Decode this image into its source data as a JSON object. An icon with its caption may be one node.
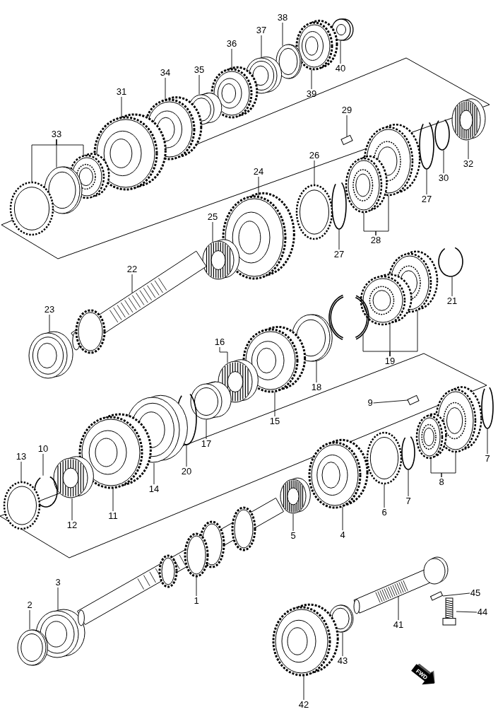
{
  "diagram": {
    "nodes": [
      {
        "text": [
          "38"
        ]
      },
      {
        "text": [],
        "shape": "picture"
      },
      {
        "text": [
          "37"
        ]
      },
      {
        "text": [],
        "shape": "picture"
      },
      {
        "text": [
          "36"
        ]
      },
      {
        "text": [],
        "shape": "picture"
      },
      {
        "text": [
          "40"
        ]
      },
      {
        "text": [],
        "shape": "picture"
      },
      {
        "text": [
          "35"
        ]
      },
      {
        "text": [],
        "shape": "picture"
      },
      {
        "text": [
          "34"
        ]
      },
      {
        "text": [],
        "shape": "picture"
      },
      {
        "text": [
          "31"
        ]
      },
      {
        "text": [],
        "shape": "picture"
      },
      {
        "text": [
          "39"
        ]
      },
      {
        "text": [],
        "shape": "picture"
      },
      {
        "text": [
          "29"
        ]
      },
      {
        "text": [],
        "shape": "box"
      },
      {
        "text": [
          "33"
        ]
      },
      {
        "text": [],
        "shape": "picture"
      },
      {
        "text": [],
        "shape": "picture"
      },
      {
        "text": [],
        "shape": "picture"
      },
      {
        "text": [
          "32"
        ]
      },
      {
        "text": [],
        "shape": "picture"
      },
      {
        "text": [
          "26"
        ]
      },
      {
        "text": [],
        "shape": "picture"
      },
      {
        "text": [
          "24"
        ]
      },
      {
        "text": [],
        "shape": "picture"
      },
      {
        "text": [
          "30"
        ]
      },
      {
        "text": [],
        "shape": "picture"
      },
      {
        "text": [
          "27"
        ]
      },
      {
        "text": [],
        "shape": "picture"
      },
      {
        "text": [
          "25"
        ]
      },
      {
        "text": [],
        "shape": "picture"
      },
      {
        "text": [
          "28"
        ]
      },
      {
        "text": [],
        "shape": "picture"
      },
      {
        "text": [],
        "shape": "picture"
      },
      {
        "text": [
          "27"
        ]
      },
      {
        "text": [],
        "shape": "picture"
      },
      {
        "text": [
          "22"
        ]
      },
      {
        "text": [],
        "shape": "picture"
      },
      {
        "text": [
          "21"
        ]
      },
      {
        "text": [],
        "shape": "picture"
      },
      {
        "text": [
          "23"
        ]
      },
      {
        "text": [],
        "shape": "picture"
      },
      {
        "text": [
          "16"
        ]
      },
      {
        "text": [],
        "shape": "picture"
      },
      {
        "text": [
          "19"
        ]
      },
      {
        "text": [],
        "shape": "picture"
      },
      {
        "text": [],
        "shape": "picture"
      },
      {
        "text": [],
        "shape": "picture"
      },
      {
        "text": [
          "18"
        ]
      },
      {
        "text": [],
        "shape": "picture"
      },
      {
        "text": [
          "9"
        ]
      },
      {
        "text": [],
        "shape": "box"
      },
      {
        "text": [
          "15"
        ]
      },
      {
        "text": [],
        "shape": "picture"
      },
      {
        "text": [
          "17"
        ]
      },
      {
        "text": [],
        "shape": "picture"
      },
      {
        "text": [
          "13"
        ]
      },
      {
        "text": [],
        "shape": "picture"
      },
      {
        "text": [
          "7"
        ]
      },
      {
        "text": [],
        "shape": "picture"
      },
      {
        "text": [
          "20"
        ]
      },
      {
        "text": [],
        "shape": "picture"
      },
      {
        "text": [
          "10"
        ]
      },
      {
        "text": [],
        "shape": "picture"
      },
      {
        "text": [
          "8"
        ]
      },
      {
        "text": [],
        "shape": "picture"
      },
      {
        "text": [],
        "shape": "picture"
      },
      {
        "text": [
          "14"
        ]
      },
      {
        "text": [],
        "shape": "picture"
      },
      {
        "text": [
          "7"
        ]
      },
      {
        "text": [],
        "shape": "picture"
      },
      {
        "text": [
          "6"
        ]
      },
      {
        "text": [],
        "shape": "picture"
      },
      {
        "text": [
          "11"
        ]
      },
      {
        "text": [],
        "shape": "picture"
      },
      {
        "text": [
          "12"
        ]
      },
      {
        "text": [],
        "shape": "picture"
      },
      {
        "text": [
          "4"
        ]
      },
      {
        "text": [],
        "shape": "picture"
      },
      {
        "text": [
          "5"
        ]
      },
      {
        "text": [],
        "shape": "picture"
      },
      {
        "text": [
          "3"
        ]
      },
      {
        "text": [],
        "shape": "picture"
      },
      {
        "text": [
          "45"
        ]
      },
      {
        "text": [],
        "shape": "box"
      },
      {
        "text": [
          "1"
        ]
      },
      {
        "text": [],
        "shape": "picture"
      },
      {
        "text": [
          "2"
        ]
      },
      {
        "text": [],
        "shape": "picture"
      },
      {
        "text": [
          "44"
        ]
      },
      {
        "text": [],
        "shape": "picture"
      },
      {
        "text": [
          "41"
        ]
      },
      {
        "text": [],
        "shape": "picture"
      },
      {
        "text": [
          "43"
        ]
      },
      {
        "text": [],
        "shape": "picture"
      },
      {
        "text": [
          "42"
        ]
      },
      {
        "text": [],
        "shape": "picture"
      }
    ],
    "edges": [
      {
        "from": 0,
        "to": 1,
        "arrow": "none"
      },
      {
        "from": 2,
        "to": 3,
        "arrow": "none"
      },
      {
        "from": 4,
        "to": 5,
        "arrow": "none"
      },
      {
        "from": 6,
        "to": 7,
        "arrow": "none"
      },
      {
        "from": 8,
        "to": 9,
        "arrow": "none"
      },
      {
        "from": 10,
        "to": 11,
        "arrow": "none"
      },
      {
        "from": 12,
        "to": 13,
        "arrow": "none"
      },
      {
        "from": 14,
        "to": 15,
        "arrow": "none"
      },
      {
        "from": 16,
        "to": 17,
        "arrow": "none"
      },
      {
        "from": 18,
        "to": 19,
        "arrow": "none"
      },
      {
        "from": 18,
        "to": 20,
        "arrow": "none"
      },
      {
        "from": 18,
        "to": 21,
        "arrow": "none"
      },
      {
        "from": 22,
        "to": 23,
        "arrow": "none"
      },
      {
        "from": 24,
        "to": 25,
        "arrow": "none"
      },
      {
        "from": 26,
        "to": 27,
        "arrow": "none"
      },
      {
        "from": 28,
        "to": 29,
        "arrow": "none"
      },
      {
        "from": 30,
        "to": 31,
        "arrow": "none"
      },
      {
        "from": 32,
        "to": 33,
        "arrow": "none"
      },
      {
        "from": 34,
        "to": 35,
        "arrow": "none"
      },
      {
        "from": 34,
        "to": 36,
        "arrow": "none"
      },
      {
        "from": 37,
        "to": 38,
        "arrow": "none"
      },
      {
        "from": 39,
        "to": 40,
        "arrow": "none"
      },
      {
        "from": 41,
        "to": 42,
        "arrow": "none"
      },
      {
        "from": 43,
        "to": 44,
        "arrow": "none"
      },
      {
        "from": 45,
        "to": 46,
        "arrow": "none"
      },
      {
        "from": 47,
        "to": 48,
        "arrow": "none"
      },
      {
        "from": 47,
        "to": 49,
        "arrow": "none"
      },
      {
        "from": 47,
        "to": 50,
        "arrow": "none"
      },
      {
        "from": 51,
        "to": 52,
        "arrow": "none"
      },
      {
        "from": 53,
        "to": 54,
        "arrow": "none"
      },
      {
        "from": 55,
        "to": 56,
        "arrow": "none"
      },
      {
        "from": 57,
        "to": 58,
        "arrow": "none"
      },
      {
        "from": 59,
        "to": 60,
        "arrow": "none"
      },
      {
        "from": 61,
        "to": 62,
        "arrow": "none"
      },
      {
        "from": 63,
        "to": 64,
        "arrow": "none"
      },
      {
        "from": 65,
        "to": 66,
        "arrow": "none"
      },
      {
        "from": 67,
        "to": 68,
        "arrow": "none"
      },
      {
        "from": 67,
        "to": 69,
        "arrow": "none"
      },
      {
        "from": 70,
        "to": 71,
        "arrow": "none"
      },
      {
        "from": 72,
        "to": 73,
        "arrow": "none"
      },
      {
        "from": 74,
        "to": 75,
        "arrow": "none"
      },
      {
        "from": 76,
        "to": 77,
        "arrow": "none"
      },
      {
        "from": 78,
        "to": 79,
        "arrow": "none"
      },
      {
        "from": 80,
        "to": 81,
        "arrow": "none"
      },
      {
        "from": 82,
        "to": 83,
        "arrow": "none"
      },
      {
        "from": 84,
        "to": 85,
        "arrow": "none"
      },
      {
        "from": 86,
        "to": 87,
        "arrow": "none"
      },
      {
        "from": 88,
        "to": 89,
        "arrow": "none"
      },
      {
        "from": 90,
        "to": 91,
        "arrow": "none"
      },
      {
        "from": 92,
        "to": 93,
        "arrow": "none"
      },
      {
        "from": 94,
        "to": 95,
        "arrow": "none"
      },
      {
        "from": 96,
        "to": 97,
        "arrow": "none"
      },
      {
        "from": 98,
        "to": 99,
        "arrow": "none"
      }
    ],
    "labels": [
      "FWD"
    ]
  }
}
